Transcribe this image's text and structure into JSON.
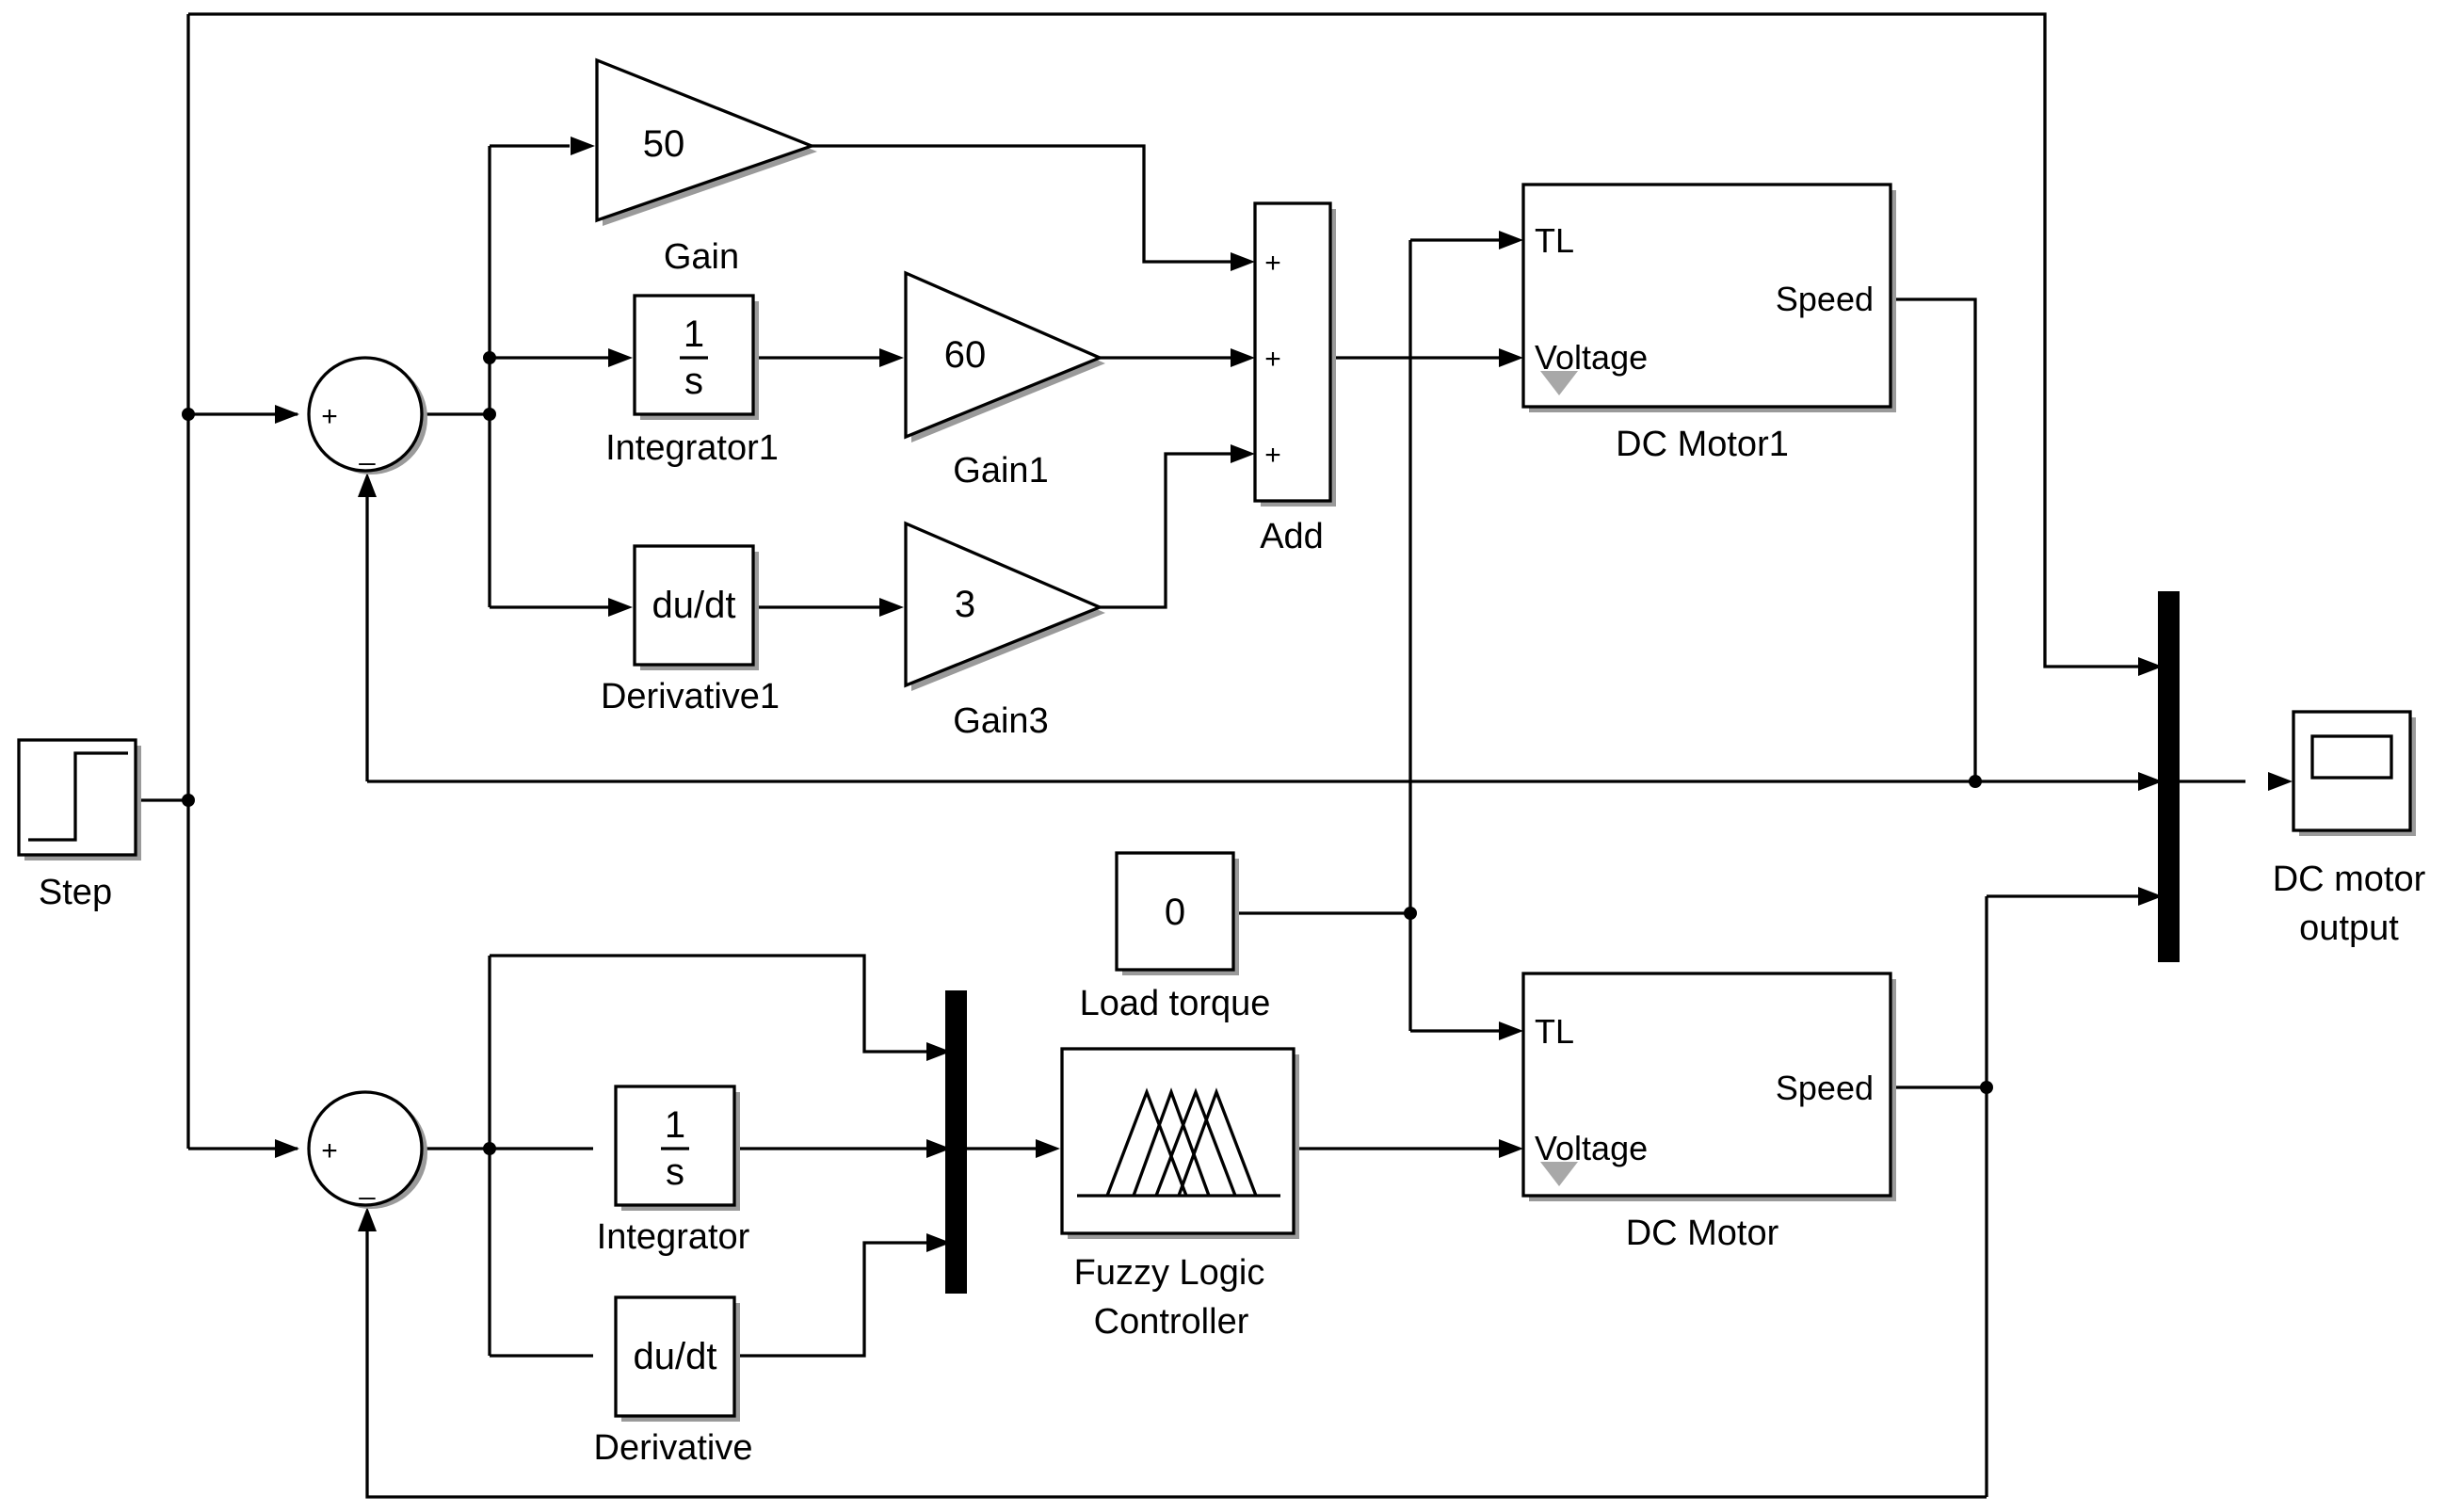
{
  "blocks": {
    "step": "Step",
    "gain": {
      "label": "Gain",
      "value": "50"
    },
    "gain1": {
      "label": "Gain1",
      "value": "60"
    },
    "gain3": {
      "label": "Gain3",
      "value": "3"
    },
    "integrator1": {
      "label": "Integrator1",
      "num": "1",
      "den": "s"
    },
    "derivative1": {
      "label": "Derivative1",
      "value": "du/dt"
    },
    "integrator": {
      "label": "Integrator",
      "num": "1",
      "den": "s"
    },
    "derivative": {
      "label": "Derivative",
      "value": "du/dt"
    },
    "add": {
      "label": "Add",
      "signs": [
        "+",
        "+",
        "+"
      ]
    },
    "load_torque": {
      "label": "Load torque",
      "value": "0"
    },
    "fuzzy": {
      "label_line1": "Fuzzy Logic",
      "label_line2": "Controller"
    },
    "dc_motor1": {
      "label": "DC Motor1",
      "port_tl": "TL",
      "port_voltage": "Voltage",
      "port_speed": "Speed"
    },
    "dc_motor": {
      "label": "DC Motor",
      "port_tl": "TL",
      "port_voltage": "Voltage",
      "port_speed": "Speed"
    },
    "scope": {
      "label_line1": "DC motor",
      "label_line2": "output"
    },
    "sum_top": {
      "plus": "+",
      "minus": "_"
    },
    "sum_bottom": {
      "plus": "+",
      "minus": "_"
    }
  }
}
